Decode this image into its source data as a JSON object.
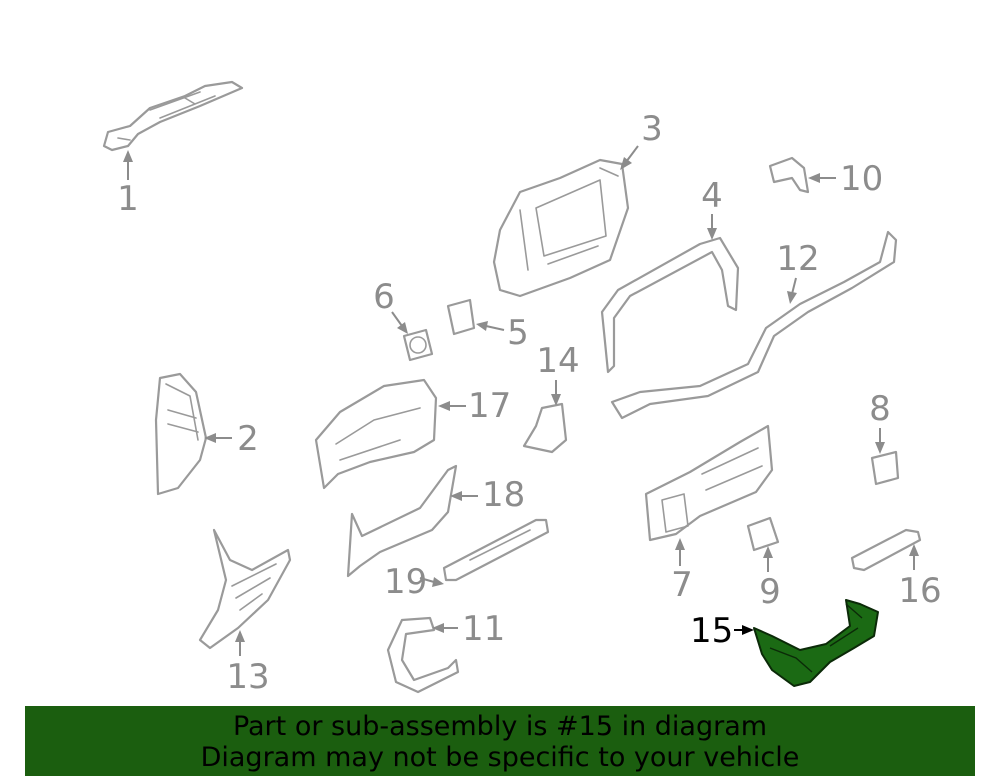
{
  "highlight_color": "#1b5e0f",
  "highlighted_part": "15",
  "callouts": [
    "1",
    "2",
    "3",
    "4",
    "5",
    "6",
    "7",
    "8",
    "9",
    "10",
    "11",
    "12",
    "13",
    "14",
    "15",
    "16",
    "17",
    "18",
    "19"
  ],
  "banner": {
    "line1": "Part or sub-assembly is #15 in diagram",
    "line2": "Diagram may not be specific to your vehicle"
  }
}
